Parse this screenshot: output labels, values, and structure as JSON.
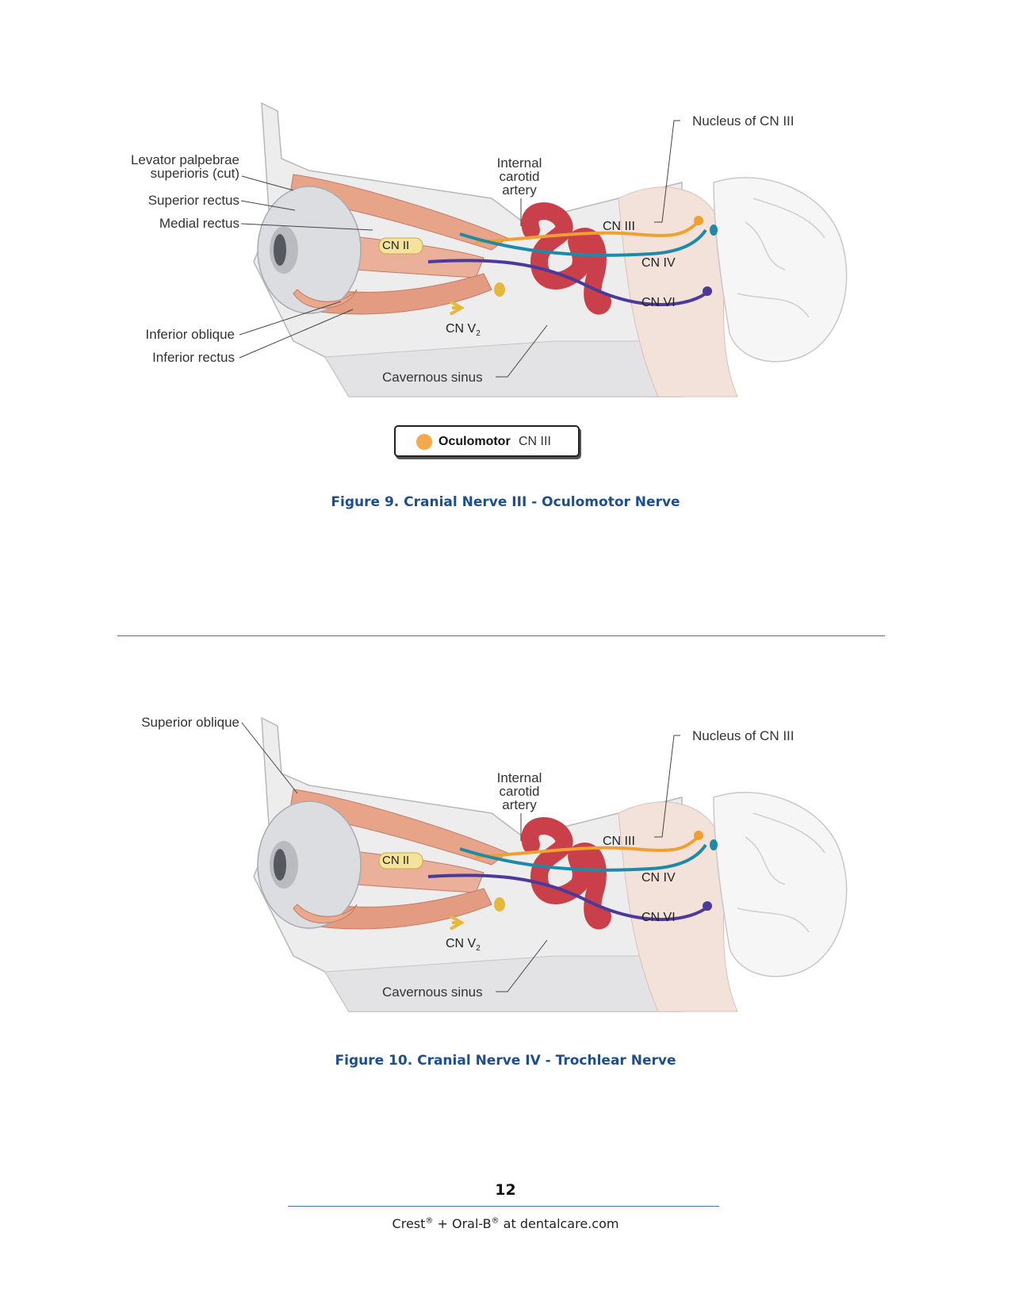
{
  "figure9": {
    "labels": {
      "levator": "Levator palpebrae\nsuperioris (cut)",
      "superior_rectus": "Superior rectus",
      "medial_rectus": "Medial rectus",
      "inferior_oblique": "Inferior oblique",
      "inferior_rectus": "Inferior rectus",
      "internal_carotid": "Internal\ncarotid\nartery",
      "nucleus": "Nucleus of CN III",
      "cn2": "CN II",
      "cn3": "CN III",
      "cn4": "CN IV",
      "cn6": "CN VI",
      "cn5_main": "CN V",
      "cn5_sub": "2",
      "cavernous": "Cavernous sinus"
    },
    "legend": {
      "bold": "Oculomotor",
      "rest": "CN III",
      "color": "#f6a84a"
    },
    "caption": "Figure 9. Cranial Nerve III - Oculomotor Nerve"
  },
  "figure10": {
    "labels": {
      "superior_oblique": "Superior oblique",
      "internal_carotid": "Internal\ncarotid\nartery",
      "nucleus": "Nucleus of CN III",
      "cn2": "CN II",
      "cn3": "CN III",
      "cn4": "CN IV",
      "cn6": "CN VI",
      "cn5_main": "CN V",
      "cn5_sub": "2",
      "cavernous": "Cavernous sinus"
    },
    "caption": "Figure 10. Cranial Nerve IV - Trochlear Nerve"
  },
  "colors": {
    "cn3": "#f0a030",
    "cn4": "#1f8aa8",
    "cn6": "#4b3a9a",
    "artery": "#c9404a",
    "caption": "#1f4e8c"
  },
  "page_number": "12",
  "footer": {
    "crest": "Crest",
    "reg": "®",
    "plus": " + Oral-B",
    "at": " at dentalcare.com"
  }
}
